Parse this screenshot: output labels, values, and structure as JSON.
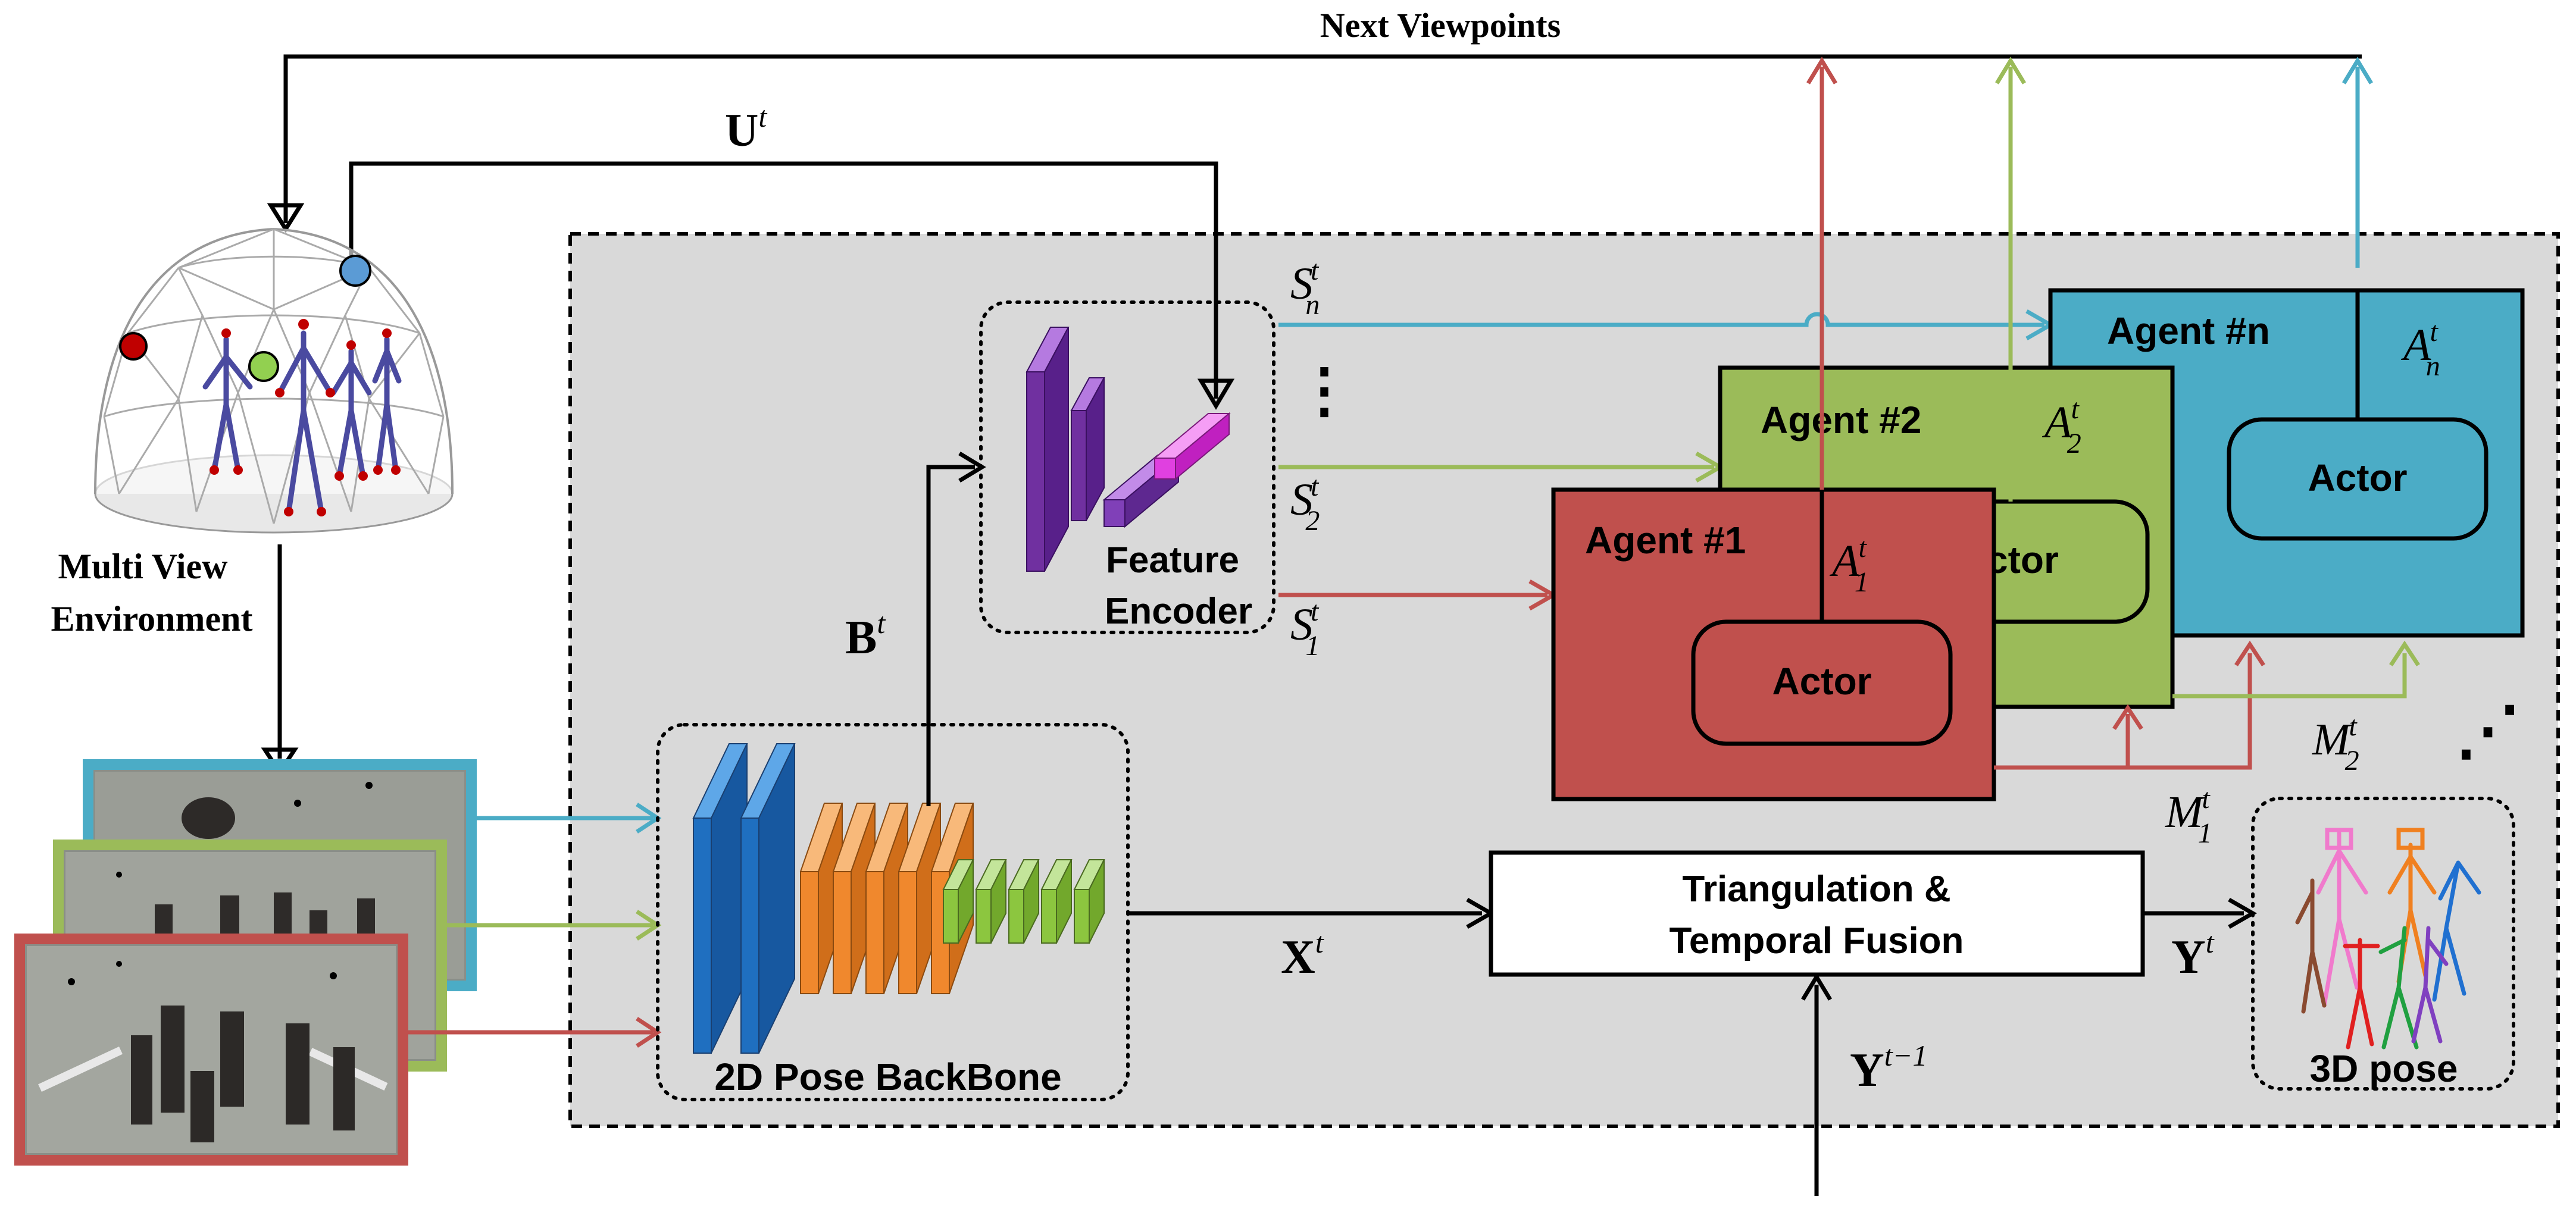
{
  "labels": {
    "next_viewpoints": "Next Viewpoints",
    "u_t": "U",
    "u_t_sup": "t",
    "multi_view_line1": "Multi View",
    "multi_view_line2": "Environment",
    "b_t": "B",
    "b_t_sup": "t",
    "x_t": "X",
    "x_t_sup": "t",
    "y_t": "Y",
    "y_t_sup": "t",
    "y_prev": "Y",
    "y_prev_sup": "t−1",
    "feature_encoder_line1": "Feature",
    "feature_encoder_line2": "Encoder",
    "pose_backbone": "2D Pose BackBone",
    "triangulation_line1": "Triangulation &",
    "triangulation_line2": "Temporal Fusion",
    "pose3d": "3D pose",
    "sn": "S",
    "sn_sub": "n",
    "sn_sup": "t",
    "s2": "S",
    "s2_sub": "2",
    "s2_sup": "t",
    "s1": "S",
    "s1_sub": "1",
    "s1_sup": "t",
    "vdots": "⋮",
    "dots": "⋰",
    "agent_n": "Agent #n",
    "agent_2": "Agent #2",
    "agent_1": "Agent #1",
    "a_n": "A",
    "a_n_sub": "n",
    "a_n_sup": "t",
    "a_2": "A",
    "a_2_sub": "2",
    "a_2_sup": "t",
    "a_1": "A",
    "a_1_sub": "1",
    "a_1_sup": "t",
    "actor": "Actor",
    "actor_2_partial": "ctor",
    "m2": "M",
    "m2_sub": "2",
    "m2_sup": "t",
    "m1": "M",
    "m1_sub": "1",
    "m1_sup": "t"
  },
  "colors": {
    "agent_n": "#4bacc6",
    "agent_2": "#9bbb59",
    "agent_1": "#c0504d",
    "backbone_blue": "#1f6fc0",
    "backbone_orange": "#f0882d",
    "backbone_green": "#8cc63f",
    "encoder_purple": "#7030a0",
    "encoder_magenta": "#e040e0",
    "panel_gray": "#d9d9d9"
  }
}
